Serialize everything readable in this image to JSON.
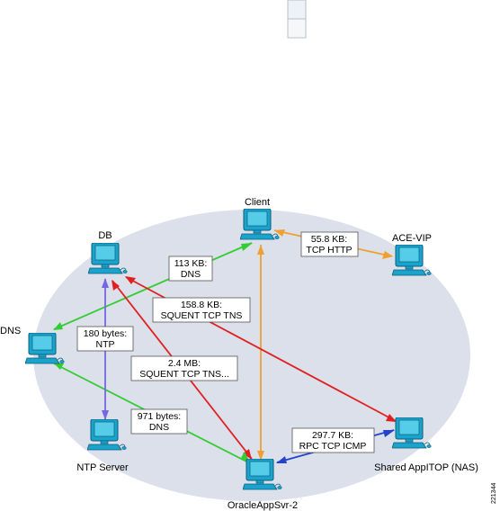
{
  "nodes": {
    "client": "Client",
    "ace_vip": "ACE-VIP",
    "db": "DB",
    "dns": "DNS",
    "ntp": "NTP Server",
    "oracle": "OracleAppSvr-2",
    "shared": "Shared AppITOP (NAS)"
  },
  "edges": {
    "client_ace": {
      "line1": "55.8 KB:",
      "line2": "TCP HTTP"
    },
    "client_dns": {
      "line1": "113 KB:",
      "line2": "DNS"
    },
    "db_shared": {
      "line1": "158.8 KB:",
      "line2": "SQUENT TCP TNS"
    },
    "dns_db_ntp": {
      "line1": "180 bytes:",
      "line2": "NTP"
    },
    "oracle_db": {
      "line1": "2.4 MB:",
      "line2": "SQUENT TCP TNS..."
    },
    "oracle_dns": {
      "line1": "971 bytes:",
      "line2": "DNS"
    },
    "oracle_shared": {
      "line1": "297.7 KB:",
      "line2": "RPC TCP ICMP"
    }
  },
  "figure_id": "221344",
  "colors": {
    "ellipse": "#dbe0ea",
    "orange": "#f0a030",
    "green": "#33cc33",
    "red": "#e02020",
    "purple": "#7766dd",
    "blue": "#2244cc",
    "computer": "#1aa3cc"
  },
  "icons": [
    "computer-icon",
    "scrollbar-widget"
  ]
}
